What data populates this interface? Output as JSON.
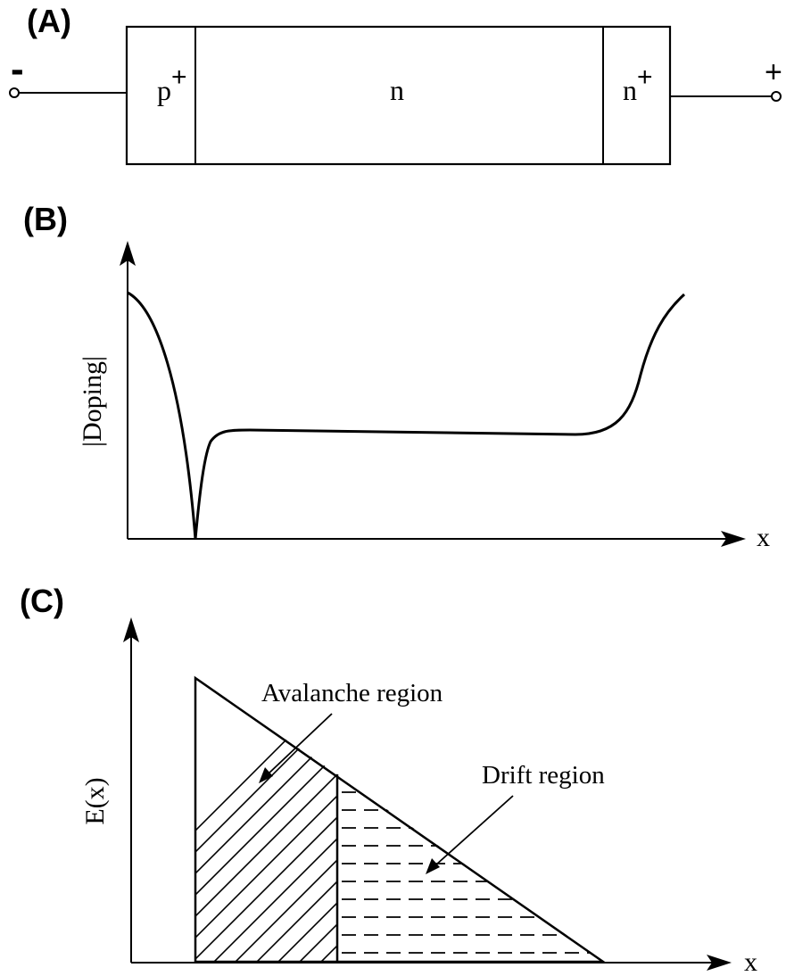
{
  "panel_a": {
    "label": "(A)",
    "minus": "-",
    "plus": "+",
    "regions": [
      {
        "base": "p",
        "sup": "+"
      },
      {
        "base": "n",
        "sup": ""
      },
      {
        "base": "n",
        "sup": "+"
      }
    ]
  },
  "panel_b": {
    "label": "(B)",
    "ylabel": "|Doping|",
    "xlabel": "x"
  },
  "panel_c": {
    "label": "(C)",
    "ylabel": "E(x)",
    "xlabel": "x",
    "annotations": {
      "avalanche": "Avalanche region",
      "drift": "Drift region"
    }
  }
}
